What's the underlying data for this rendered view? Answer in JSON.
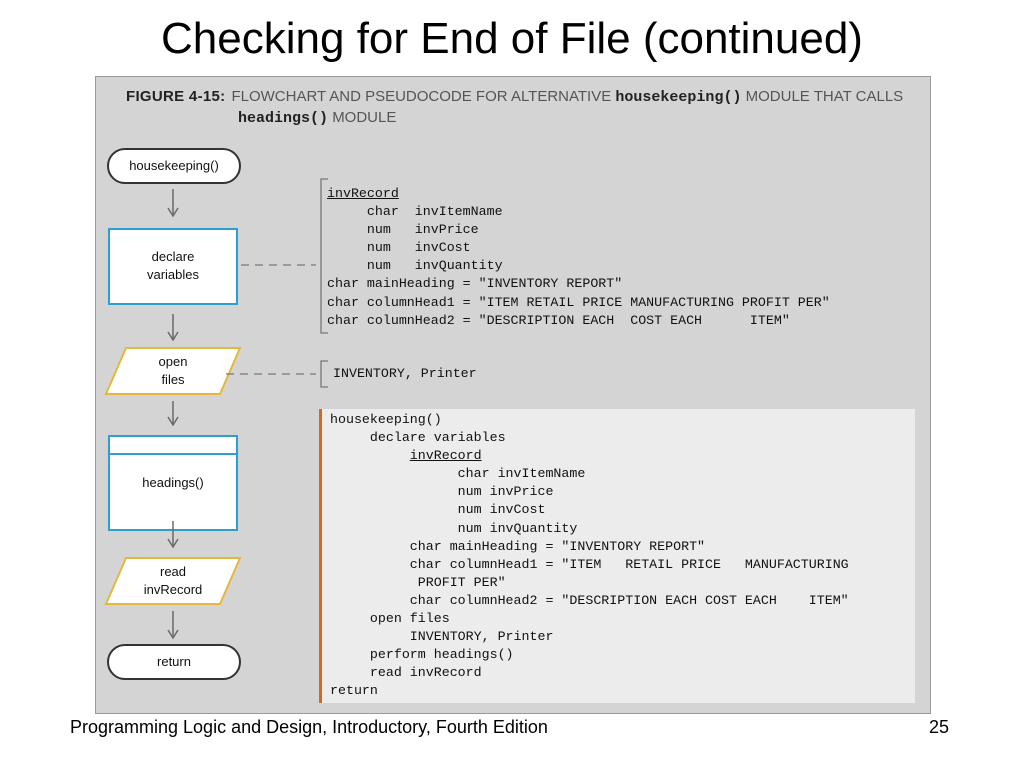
{
  "slide": {
    "title": "Checking for End of File (continued)",
    "footer_left": "Programming Logic and Design, Introductory, Fourth Edition",
    "page_number": "25"
  },
  "figure": {
    "label": "FIGURE 4-15:",
    "caption_text": "FLOWCHART AND PSEUDOCODE FOR ALTERNATIVE",
    "caption_code1": "housekeeping()",
    "caption_text2": "MODULE THAT CALLS",
    "caption_code2": "headings()",
    "caption_text3": "MODULE"
  },
  "flowchart": {
    "start": "housekeeping()",
    "declare": [
      "declare",
      "variables"
    ],
    "open": [
      "open",
      "files"
    ],
    "headings": "headings()",
    "read": [
      "read",
      "invRecord"
    ],
    "end": "return"
  },
  "annotations": {
    "record_name": "invRecord",
    "declarations": [
      "     char  invItemName",
      "     num   invPrice",
      "     num   invCost",
      "     num   invQuantity",
      "char mainHeading = \"INVENTORY REPORT\"",
      "char columnHead1 = \"ITEM RETAIL PRICE MANUFACTURING PROFIT PER\"",
      "char columnHead2 = \"DESCRIPTION EACH  COST EACH      ITEM\""
    ],
    "files": "INVENTORY, Printer"
  },
  "pseudocode": {
    "line1": "housekeeping()",
    "line2": "     declare variables",
    "record_indent": "          ",
    "record_name": "invRecord",
    "body": [
      "                char invItemName",
      "                num invPrice",
      "                num invCost",
      "                num invQuantity",
      "          char mainHeading = \"INVENTORY REPORT\"",
      "          char columnHead1 = \"ITEM   RETAIL PRICE   MANUFACTURING",
      "           PROFIT PER\"",
      "          char columnHead2 = \"DESCRIPTION EACH COST EACH    ITEM\"",
      "     open files",
      "          INVENTORY, Printer",
      "     perform headings()",
      "     read invRecord",
      "return"
    ]
  },
  "colors": {
    "figure_bg": "#d4d4d4",
    "process_border": "#2a9fd0",
    "io_border": "#e6b83a",
    "accent_bar": "#d9661a"
  }
}
